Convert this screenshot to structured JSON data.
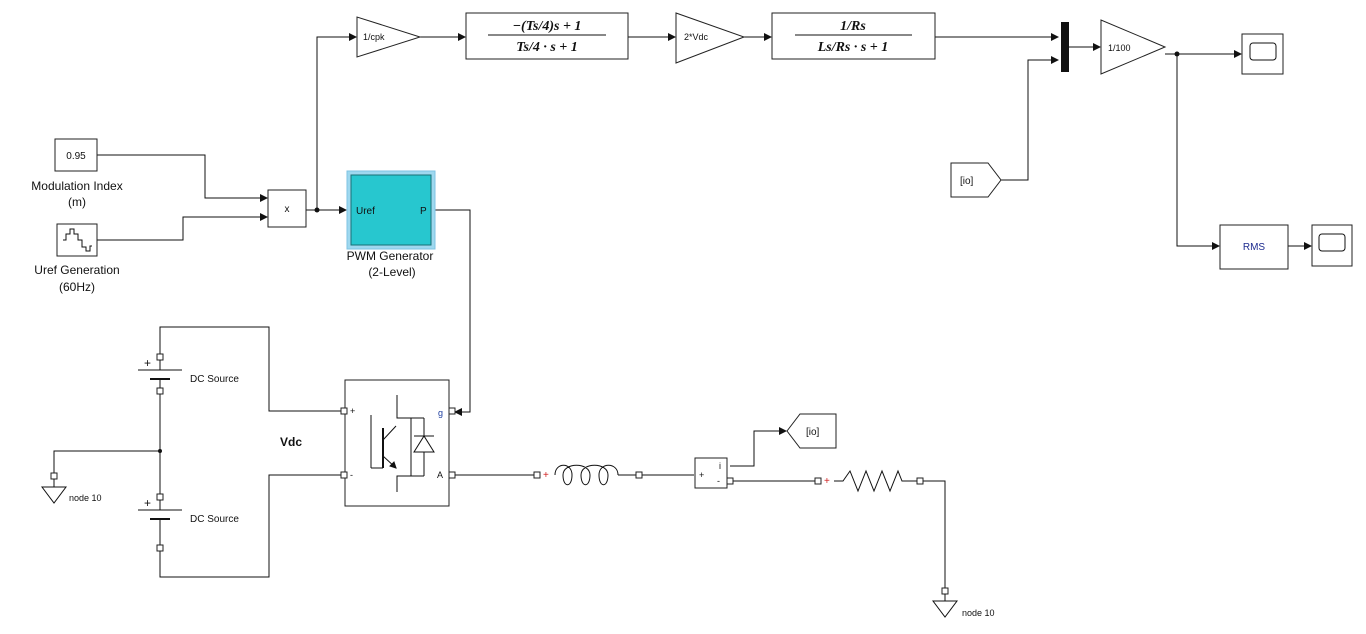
{
  "blocks": {
    "constant_value": "0.95",
    "constant_label_line1": "Modulation Index",
    "constant_label_line2": "(m)",
    "uref_label_line1": "Uref Generation",
    "uref_label_line2": "(60Hz)",
    "product_label": "x",
    "pwm_port_in": "Uref",
    "pwm_port_out": "P",
    "pwm_label_line1": "PWM Generator",
    "pwm_label_line2": "(2-Level)",
    "gain_cpk": "1/cpk",
    "tf1_numerator": "−(Ts/4)s + 1",
    "tf1_denominator": "Ts/4 · s + 1",
    "gain_vdc": "2*Vdc",
    "tf2_numerator": "1/Rs",
    "tf2_denominator": "Ls/Rs · s + 1",
    "gain_100": "1/100",
    "from_tag": "[io]",
    "goto_tag": "[io]",
    "rms_label": "RMS",
    "dc_source_top": "DC Source",
    "dc_source_bottom": "DC Source",
    "vdc_label": "Vdc",
    "igbt_port_plus": "+",
    "igbt_port_minus": "-",
    "igbt_port_g": "g",
    "igbt_port_a": "A",
    "plus_sign": "+",
    "current_meas_plus": "+",
    "current_meas_minus": "-",
    "current_meas_i": "i",
    "ground_left": "node 10",
    "ground_right": "node 10"
  },
  "colors": {
    "pwm_fill": "#27c7cf",
    "pwm_border": "#9fd8ef",
    "rms_text": "#1d2b8f",
    "plus_red": "#d02020",
    "g_port": "#1f3fa0"
  }
}
